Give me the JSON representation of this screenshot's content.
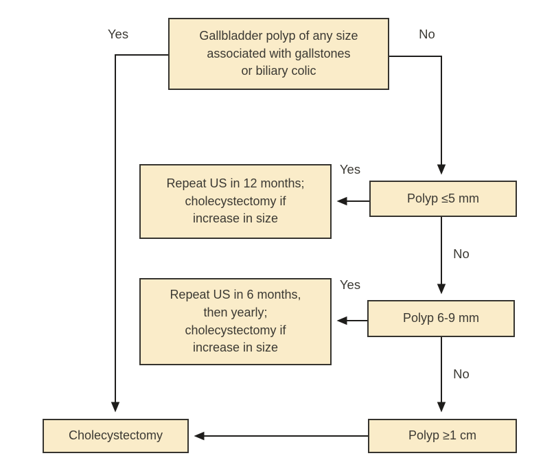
{
  "diagram": {
    "type": "flowchart",
    "colors": {
      "background": "#ffffff",
      "box_fill": "#faecc9",
      "box_border": "#35332e",
      "text": "#3b3933",
      "line": "#1e1d1b"
    },
    "nodes": {
      "root": {
        "text": "Gallbladder polyp of any size\nassociated with gallstones\nor biliary colic"
      },
      "repeat_us_12": {
        "text": "Repeat US in 12 months;\ncholecystectomy if\nincrease in size"
      },
      "polyp_le_5mm": {
        "text": "Polyp ≤5 mm"
      },
      "repeat_us_6": {
        "text": "Repeat US in 6 months,\nthen yearly;\ncholecystectomy if\nincrease in size"
      },
      "polyp_6_9mm": {
        "text": "Polyp 6-9 mm"
      },
      "cholecystectomy": {
        "text": "Cholecystectomy"
      },
      "polyp_ge_1cm": {
        "text": "Polyp ≥1 cm"
      }
    },
    "edge_labels": {
      "root_yes": "Yes",
      "root_no": "No",
      "le5_yes": "Yes",
      "le5_no": "No",
      "mid_yes": "Yes",
      "mid_no": "No"
    }
  }
}
